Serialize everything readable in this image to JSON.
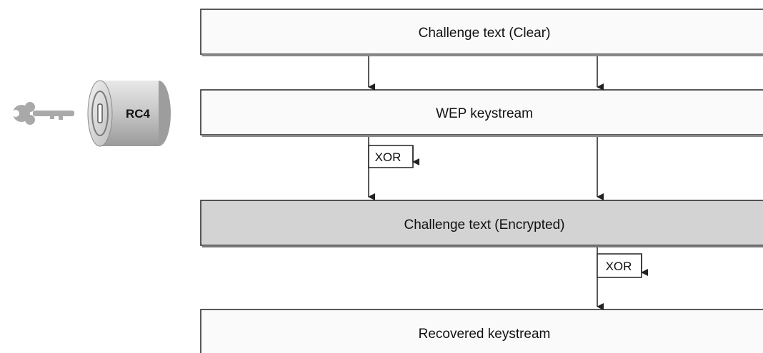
{
  "boxes": [
    {
      "id": "challenge-clear",
      "label": "Challenge text (Clear)",
      "shaded": false
    },
    {
      "id": "wep-keystream",
      "label": "WEP keystream",
      "shaded": false
    },
    {
      "id": "challenge-encrypted",
      "label": "Challenge text (Encrypted)",
      "shaded": true
    },
    {
      "id": "recovered-keystream",
      "label": "Recovered keystream",
      "shaded": false
    }
  ],
  "xor_labels": [
    "XOR",
    "XOR"
  ],
  "cipher": {
    "label": "RC4"
  },
  "colors": {
    "box_fill": "#fafafa",
    "box_shaded_fill": "#d3d3d3",
    "box_stroke": "#222222",
    "arrow": "#222222",
    "key": "#a8a8a8",
    "cylinder_body": "#c8c8c8",
    "cylinder_face": "#e6e6e6"
  },
  "icons": {
    "key": "key-icon",
    "cipher": "rc4-cylinder-icon"
  }
}
